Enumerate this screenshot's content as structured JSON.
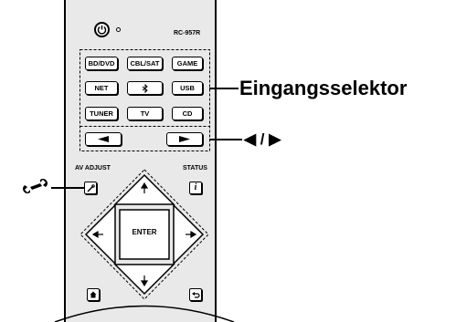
{
  "remote": {
    "model": "RC-957R",
    "input_buttons": [
      {
        "label": "BD/DVD"
      },
      {
        "label": "CBL/SAT"
      },
      {
        "label": "GAME"
      },
      {
        "label": "NET"
      },
      {
        "label": "",
        "icon": "bluetooth-icon"
      },
      {
        "label": "USB"
      },
      {
        "label": "TUNER"
      },
      {
        "label": "TV"
      },
      {
        "label": "CD"
      }
    ],
    "arrow_buttons": [
      {
        "icon": "left-triangle-icon"
      },
      {
        "icon": "right-triangle-icon"
      }
    ],
    "av_adjust_label": "AV ADJUST",
    "status_label": "STATUS",
    "enter_label": "ENTER"
  },
  "callouts": {
    "input_selector": "Eingangsselektor",
    "arrows": "◀ / ▶"
  }
}
